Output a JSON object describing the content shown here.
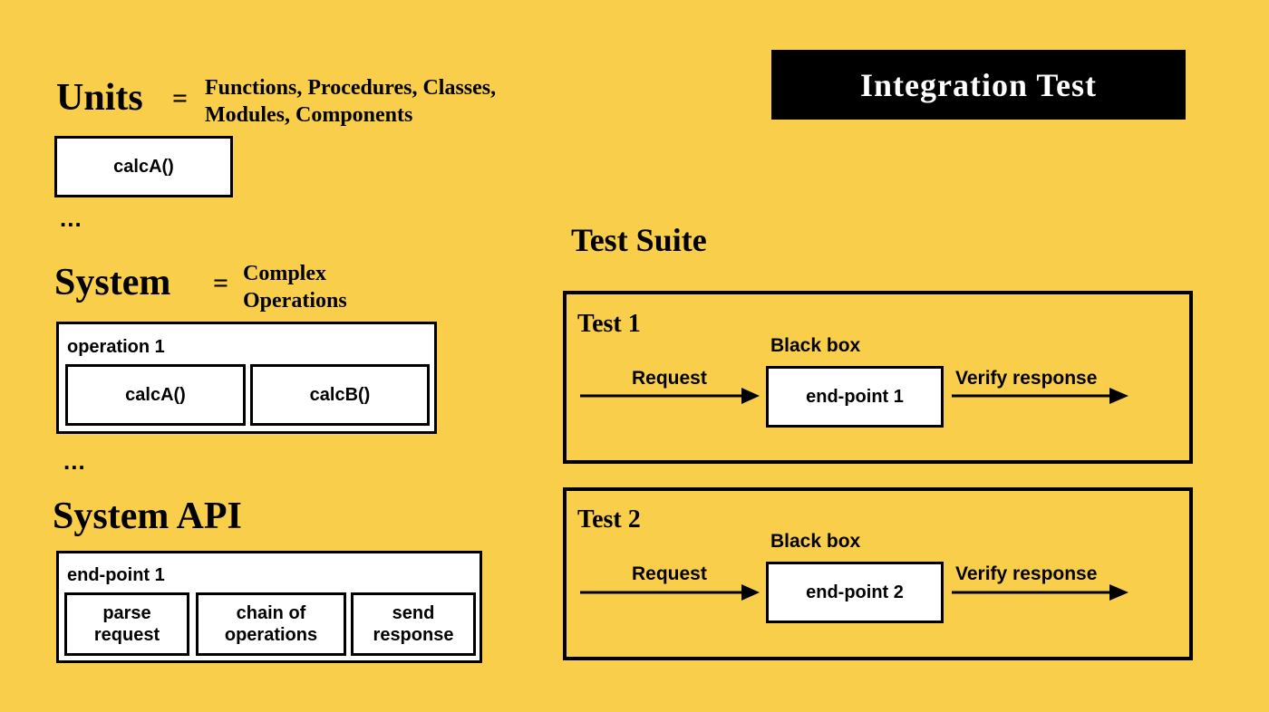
{
  "left": {
    "units": {
      "label": "Units",
      "eq": "=",
      "description": "Functions, Procedures, Classes,\nModules, Components",
      "box": "calcA()"
    },
    "ellipsis_1": "...",
    "system": {
      "label": "System",
      "eq": "=",
      "description": "Complex\nOperations",
      "container_title": "operation 1",
      "boxes": [
        "calcA()",
        "calcB()"
      ]
    },
    "ellipsis_2": "...",
    "system_api": {
      "label": "System API",
      "container_title": "end-point 1",
      "boxes": [
        "parse\nrequest",
        "chain of\noperations",
        "send\nresponse"
      ]
    }
  },
  "right": {
    "badge": "Integration Test",
    "suite_title": "Test Suite",
    "tests": [
      {
        "title": "Test 1",
        "blackbox_label": "Black box",
        "request_label": "Request",
        "endpoint": "end-point 1",
        "verify_label": "Verify response"
      },
      {
        "title": "Test 2",
        "blackbox_label": "Black box",
        "request_label": "Request",
        "endpoint": "end-point 2",
        "verify_label": "Verify response"
      }
    ]
  },
  "colors": {
    "background": "#F9CE4B",
    "box_fill": "#FFFFFF",
    "ink": "#000000"
  }
}
